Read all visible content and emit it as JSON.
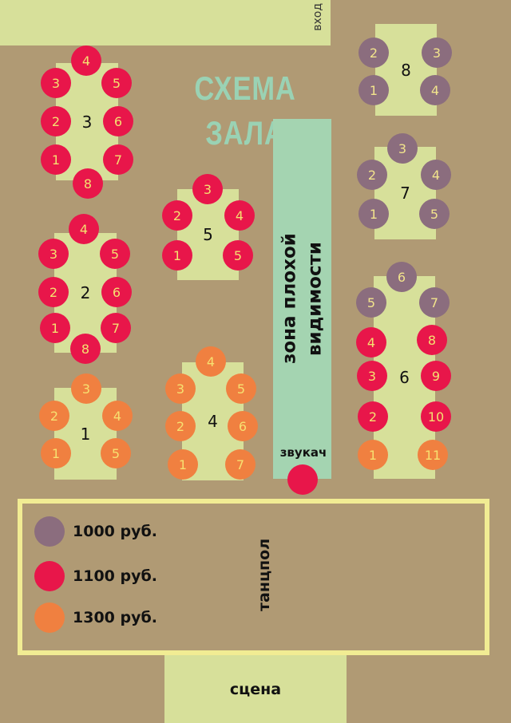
{
  "title": "СХЕМА ЗАЛА",
  "entrance": "вход",
  "bad_visibility_zone": "зона плохой\nвидимости",
  "sound_engineer": "звукач",
  "dance_floor": "танцпол",
  "stage": "сцена",
  "colors": {
    "purple": "#8b6d7e",
    "red": "#e8164a",
    "orange": "#f08040",
    "purple_text": "#f2e48c",
    "red_text": "#f4e070",
    "orange_text": "#f7e070"
  },
  "legend": [
    {
      "color": "purple",
      "label": "1000 руб."
    },
    {
      "color": "red",
      "label": "1100 руб."
    },
    {
      "color": "orange",
      "label": "1300 руб."
    }
  ],
  "tables": [
    {
      "number": "3",
      "seats": [
        {
          "n": "4",
          "color": "red"
        },
        {
          "n": "3",
          "color": "red"
        },
        {
          "n": "5",
          "color": "red"
        },
        {
          "n": "2",
          "color": "red"
        },
        {
          "n": "6",
          "color": "red"
        },
        {
          "n": "1",
          "color": "red"
        },
        {
          "n": "7",
          "color": "red"
        },
        {
          "n": "8",
          "color": "red"
        }
      ]
    },
    {
      "number": "2",
      "seats": [
        {
          "n": "4",
          "color": "red"
        },
        {
          "n": "3",
          "color": "red"
        },
        {
          "n": "5",
          "color": "red"
        },
        {
          "n": "2",
          "color": "red"
        },
        {
          "n": "6",
          "color": "red"
        },
        {
          "n": "1",
          "color": "red"
        },
        {
          "n": "7",
          "color": "red"
        },
        {
          "n": "8",
          "color": "red"
        }
      ]
    },
    {
      "number": "1",
      "seats": [
        {
          "n": "3",
          "color": "orange"
        },
        {
          "n": "2",
          "color": "orange"
        },
        {
          "n": "4",
          "color": "orange"
        },
        {
          "n": "1",
          "color": "orange"
        },
        {
          "n": "5",
          "color": "orange"
        }
      ]
    },
    {
      "number": "5",
      "seats": [
        {
          "n": "3",
          "color": "red"
        },
        {
          "n": "2",
          "color": "red"
        },
        {
          "n": "4",
          "color": "red"
        },
        {
          "n": "1",
          "color": "red"
        },
        {
          "n": "5",
          "color": "red"
        }
      ]
    },
    {
      "number": "4",
      "seats": [
        {
          "n": "4",
          "color": "orange"
        },
        {
          "n": "3",
          "color": "orange"
        },
        {
          "n": "5",
          "color": "orange"
        },
        {
          "n": "2",
          "color": "orange"
        },
        {
          "n": "6",
          "color": "orange"
        },
        {
          "n": "1",
          "color": "orange"
        },
        {
          "n": "7",
          "color": "orange"
        }
      ]
    },
    {
      "number": "8",
      "seats": [
        {
          "n": "2",
          "color": "purple"
        },
        {
          "n": "3",
          "color": "purple"
        },
        {
          "n": "1",
          "color": "purple"
        },
        {
          "n": "4",
          "color": "purple"
        }
      ]
    },
    {
      "number": "7",
      "seats": [
        {
          "n": "3",
          "color": "purple"
        },
        {
          "n": "2",
          "color": "purple"
        },
        {
          "n": "4",
          "color": "purple"
        },
        {
          "n": "1",
          "color": "purple"
        },
        {
          "n": "5",
          "color": "purple"
        }
      ]
    },
    {
      "number": "6",
      "seats": [
        {
          "n": "6",
          "color": "purple"
        },
        {
          "n": "5",
          "color": "purple"
        },
        {
          "n": "7",
          "color": "purple"
        },
        {
          "n": "4",
          "color": "red"
        },
        {
          "n": "8",
          "color": "red"
        },
        {
          "n": "3",
          "color": "red"
        },
        {
          "n": "9",
          "color": "red"
        },
        {
          "n": "2",
          "color": "red"
        },
        {
          "n": "10",
          "color": "red"
        },
        {
          "n": "1",
          "color": "orange"
        },
        {
          "n": "11",
          "color": "orange"
        }
      ]
    }
  ]
}
